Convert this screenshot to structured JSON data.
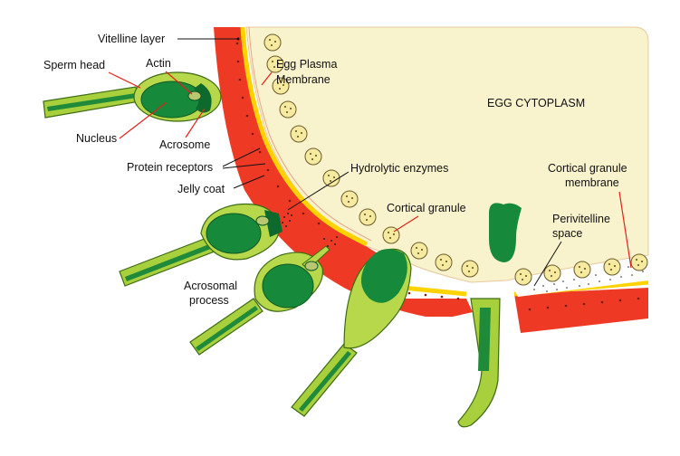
{
  "diagram": {
    "labels": {
      "vitelline_layer": "Vitelline layer",
      "sperm_head": "Sperm head",
      "actin": "Actin",
      "egg_plasma_membrane_1": "Egg Plasma",
      "egg_plasma_membrane_2": "Membrane",
      "nucleus": "Nucleus",
      "acrosome": "Acrosome",
      "egg_cytoplasm": "EGG CYTOPLASM",
      "protein_receptors": "Protein receptors",
      "hydrolytic_enzymes": "Hydrolytic enzymes",
      "jelly_coat": "Jelly coat",
      "cortical_granule_membrane_1": "Cortical granule",
      "cortical_granule_membrane_2": "membrane",
      "cortical_granule": "Cortical granule",
      "perivitelline_space_1": "Perivitelline",
      "perivitelline_space_2": "space",
      "acrosomal_process_1": "Acrosomal",
      "acrosomal_process_2": "process"
    },
    "colors": {
      "cytoplasm": "#f8f2cd",
      "jelly_coat": "#ee3a24",
      "vitelline": "#ffd200",
      "sperm_light": "#b7d84a",
      "sperm_dark": "#17893a",
      "label_line": "#e2231a"
    }
  }
}
